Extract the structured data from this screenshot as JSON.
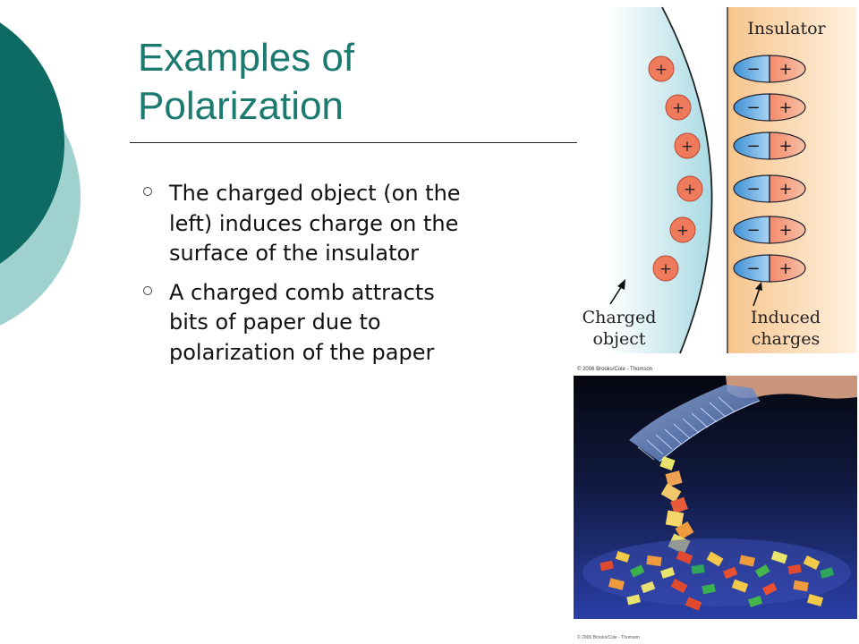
{
  "slide": {
    "title_line1": "Examples of",
    "title_line2": "Polarization",
    "bullets": [
      "The charged object (on the left) induces charge on the surface of the insulator",
      "A charged comb attracts bits of paper due to polarization of the paper"
    ]
  },
  "figure_top": {
    "insulator_label": "Insulator",
    "charged_label_1": "Charged",
    "charged_label_2": "object",
    "induced_label_1": "Induced",
    "induced_label_2": "charges",
    "plus_sign": "+",
    "minus_sign": "−"
  },
  "figure_bottom": {
    "copyright": "© 2006 Brooks/Cole - Thomson",
    "copyright_small": "© 2006 Brooks/Cole - Thomson"
  },
  "colors": {
    "accent_dark": "#0e6b63",
    "accent_light": "#9fd1cf",
    "title": "#1c7a70",
    "insulator_fill": "#fbd9b0",
    "object_fill": "#bde3ea",
    "charge_red": "#f07a5c",
    "charge_blue": "#5aa6de"
  },
  "icons": {
    "bullet": "hollow-circle-bullet-icon",
    "arrow": "pointer-arrow-icon"
  }
}
